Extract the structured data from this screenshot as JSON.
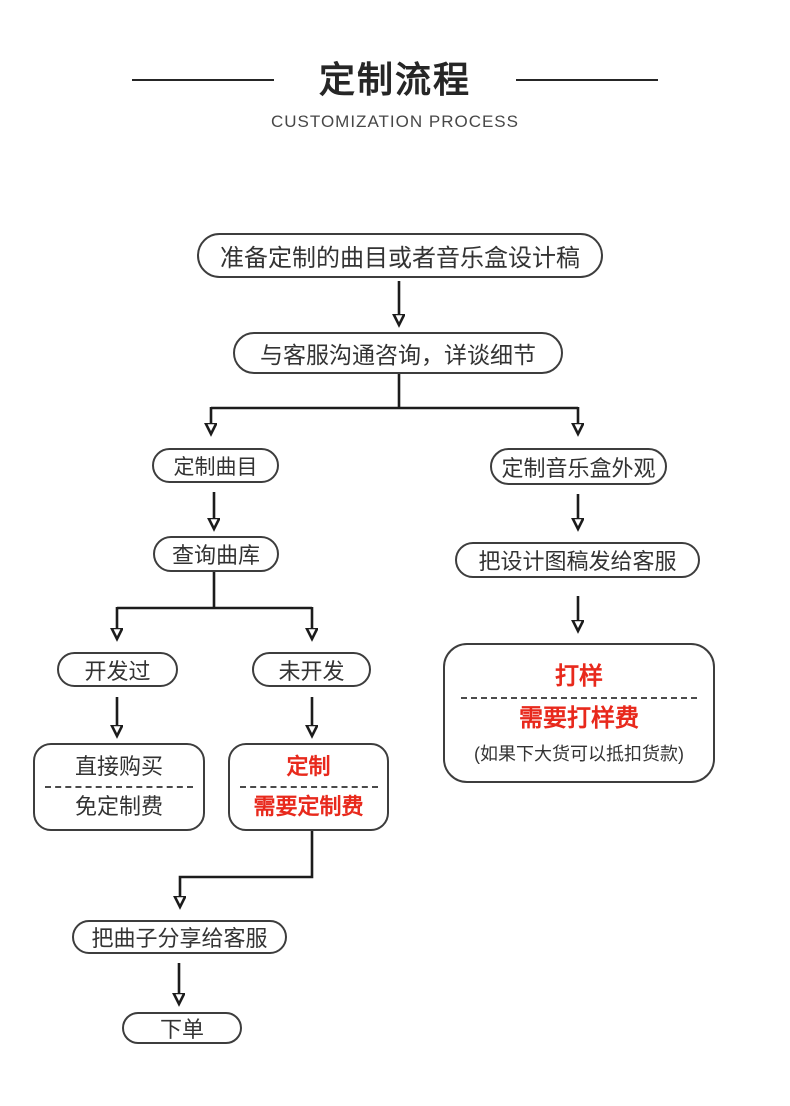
{
  "header": {
    "title": "定制流程",
    "subtitle": "CUSTOMIZATION PROCESS"
  },
  "colors": {
    "text": "#333333",
    "accent_red": "#e8291c",
    "line": "#1c1c1c",
    "border": "#3d3d3d"
  },
  "flow": {
    "prepare": {
      "label": "准备定制的曲目或者音乐盒设计稿"
    },
    "consult": {
      "label": "与客服沟通咨询，详谈细节"
    },
    "custom_track": {
      "label": "定制曲目"
    },
    "custom_box_look": {
      "label": "定制音乐盒外观"
    },
    "query_library": {
      "label": "查询曲库"
    },
    "developed": {
      "label": "开发过"
    },
    "undeveloped": {
      "label": "未开发"
    },
    "direct_buy": {
      "line1": "直接购买",
      "line2": "免定制费"
    },
    "custom_fee": {
      "line1": "定制",
      "line2": "需要定制费"
    },
    "send_design": {
      "label": "把设计图稿发给客服"
    },
    "sampling": {
      "line1": "打样",
      "line2": "需要打样费",
      "note": "(如果下大货可以抵扣货款)"
    },
    "share_song": {
      "label": "把曲子分享给客服"
    },
    "place_order": {
      "label": "下单"
    }
  }
}
